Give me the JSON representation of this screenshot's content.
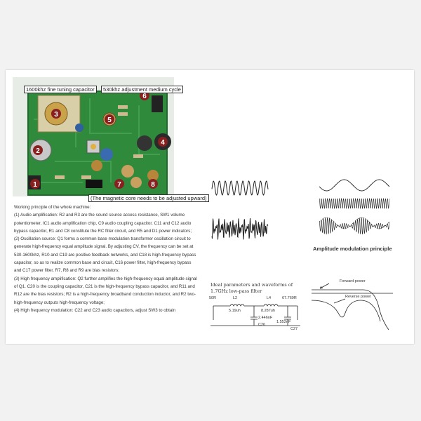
{
  "board": {
    "label_fine_tuning": "1600khz fine tuning capacitor",
    "label_adjustment": "530khz adjustment medium cycle",
    "caption_magnetic": "(The magnetic core needs to be adjusted upward)",
    "markers": [
      "1",
      "2",
      "3",
      "4",
      "5",
      "6",
      "7",
      "8"
    ]
  },
  "description": {
    "heading": "Working principle of the whole machine:",
    "p1": "(1) Audio amplification: R2 and R3 are the sound source access resistance, SW1 volume potentiometer, IC1 audio amplification chip, C9 audio coupling capacitor, C11 and C12 audio bypass capacitor, R1 and C8 constitute the RC filter circuit, and R5 and D1 power indicators;",
    "p2": "(2) Oscillation source: Q1 forms a common base modulation transformer oscillation circuit to generate high-frequency equal amplitude signal. By adjusting CV, the frequency can be set at 530-1600khz, R10 and C19 are positive feedback networks, and C18 is high-frequency bypass capacitor, so as to realize common base and circuit, C16 power filter, high-frequency bypass and C17 power filter, R7, R8 and R9 are bias resistors;",
    "p3": "(3) High frequency amplification: Q2 further amplifies the high-frequency equal amplitude signal of Q1. C20 is the coupling capacitor, C21 is the high-frequency bypass capacitor, and R11 and R12 are the bias resistors; R2 is a high-frequency broadband conduction inductor, and R2 two-high-frequency outputs high-frequency voltage;",
    "p4": "(4) High frequency modulation: C22 and C23 audio capacitors, adjust SW3 to obtain"
  },
  "waves": {
    "am_label": "Amplitude modulation principle"
  },
  "filter": {
    "title": "Ideal parameters and waveforms of 1.7GHz low-pass filter",
    "labels": {
      "r50": "50R",
      "l2": "L2",
      "l4": "L4",
      "l2v": "5.19uh",
      "l4v": "8.287uh",
      "c26v": "2.446nF",
      "c26": "C26",
      "c27v": "1.552nF",
      "c27": "C27",
      "r_out": "67.769R"
    }
  },
  "power": {
    "forward": "Forward power",
    "reverse": "Reverse power"
  },
  "colors": {
    "pcb": "#2f8a3c",
    "pcb_dark": "#1f6a2c",
    "marker": "#8a1f1f"
  }
}
